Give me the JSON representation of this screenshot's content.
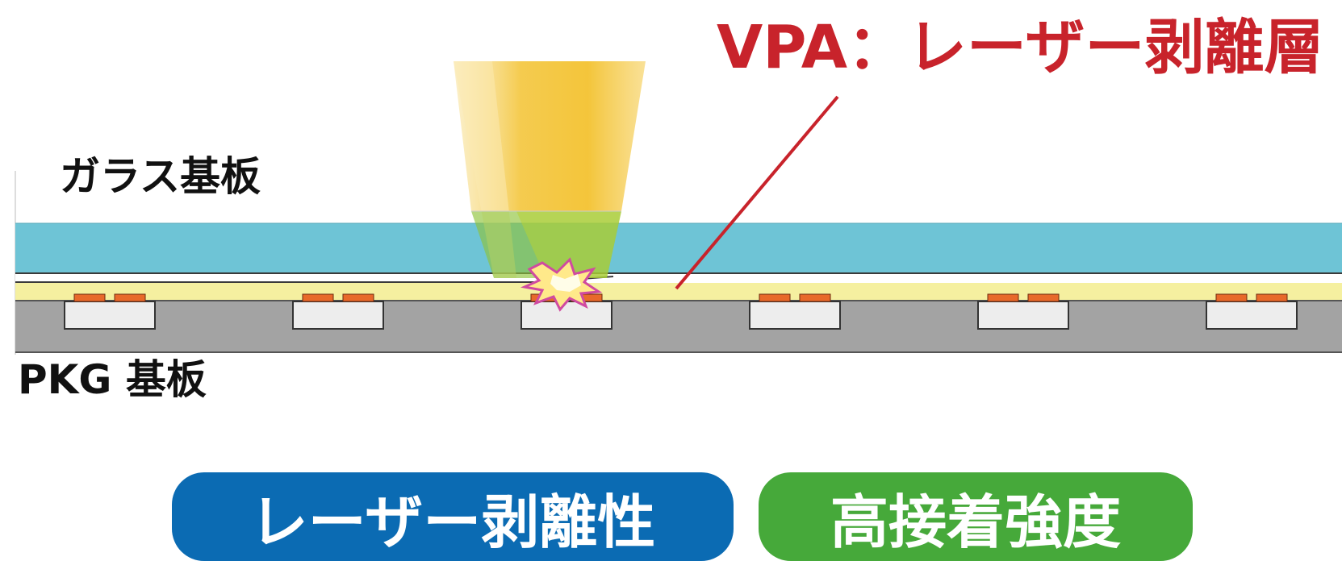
{
  "title": "VPA：レーザー剥離層",
  "labels": {
    "glass": "ガラス基板",
    "pkg": "PKG 基板"
  },
  "badges": [
    {
      "text": "レーザー剥離性",
      "color": "#0b6bb3"
    },
    {
      "text": "高接着強度",
      "color": "#46a93a"
    }
  ],
  "colors": {
    "accent_red": "#c8232b",
    "glass_layer": "#6ec4d6",
    "release_layer": "#f5f0a0",
    "pkg_layer": "#a3a3a3",
    "pad": "#e8692a",
    "laser": "#f3c230"
  },
  "diagram": {
    "chip_count": 6,
    "laser_target_chip": 3
  }
}
